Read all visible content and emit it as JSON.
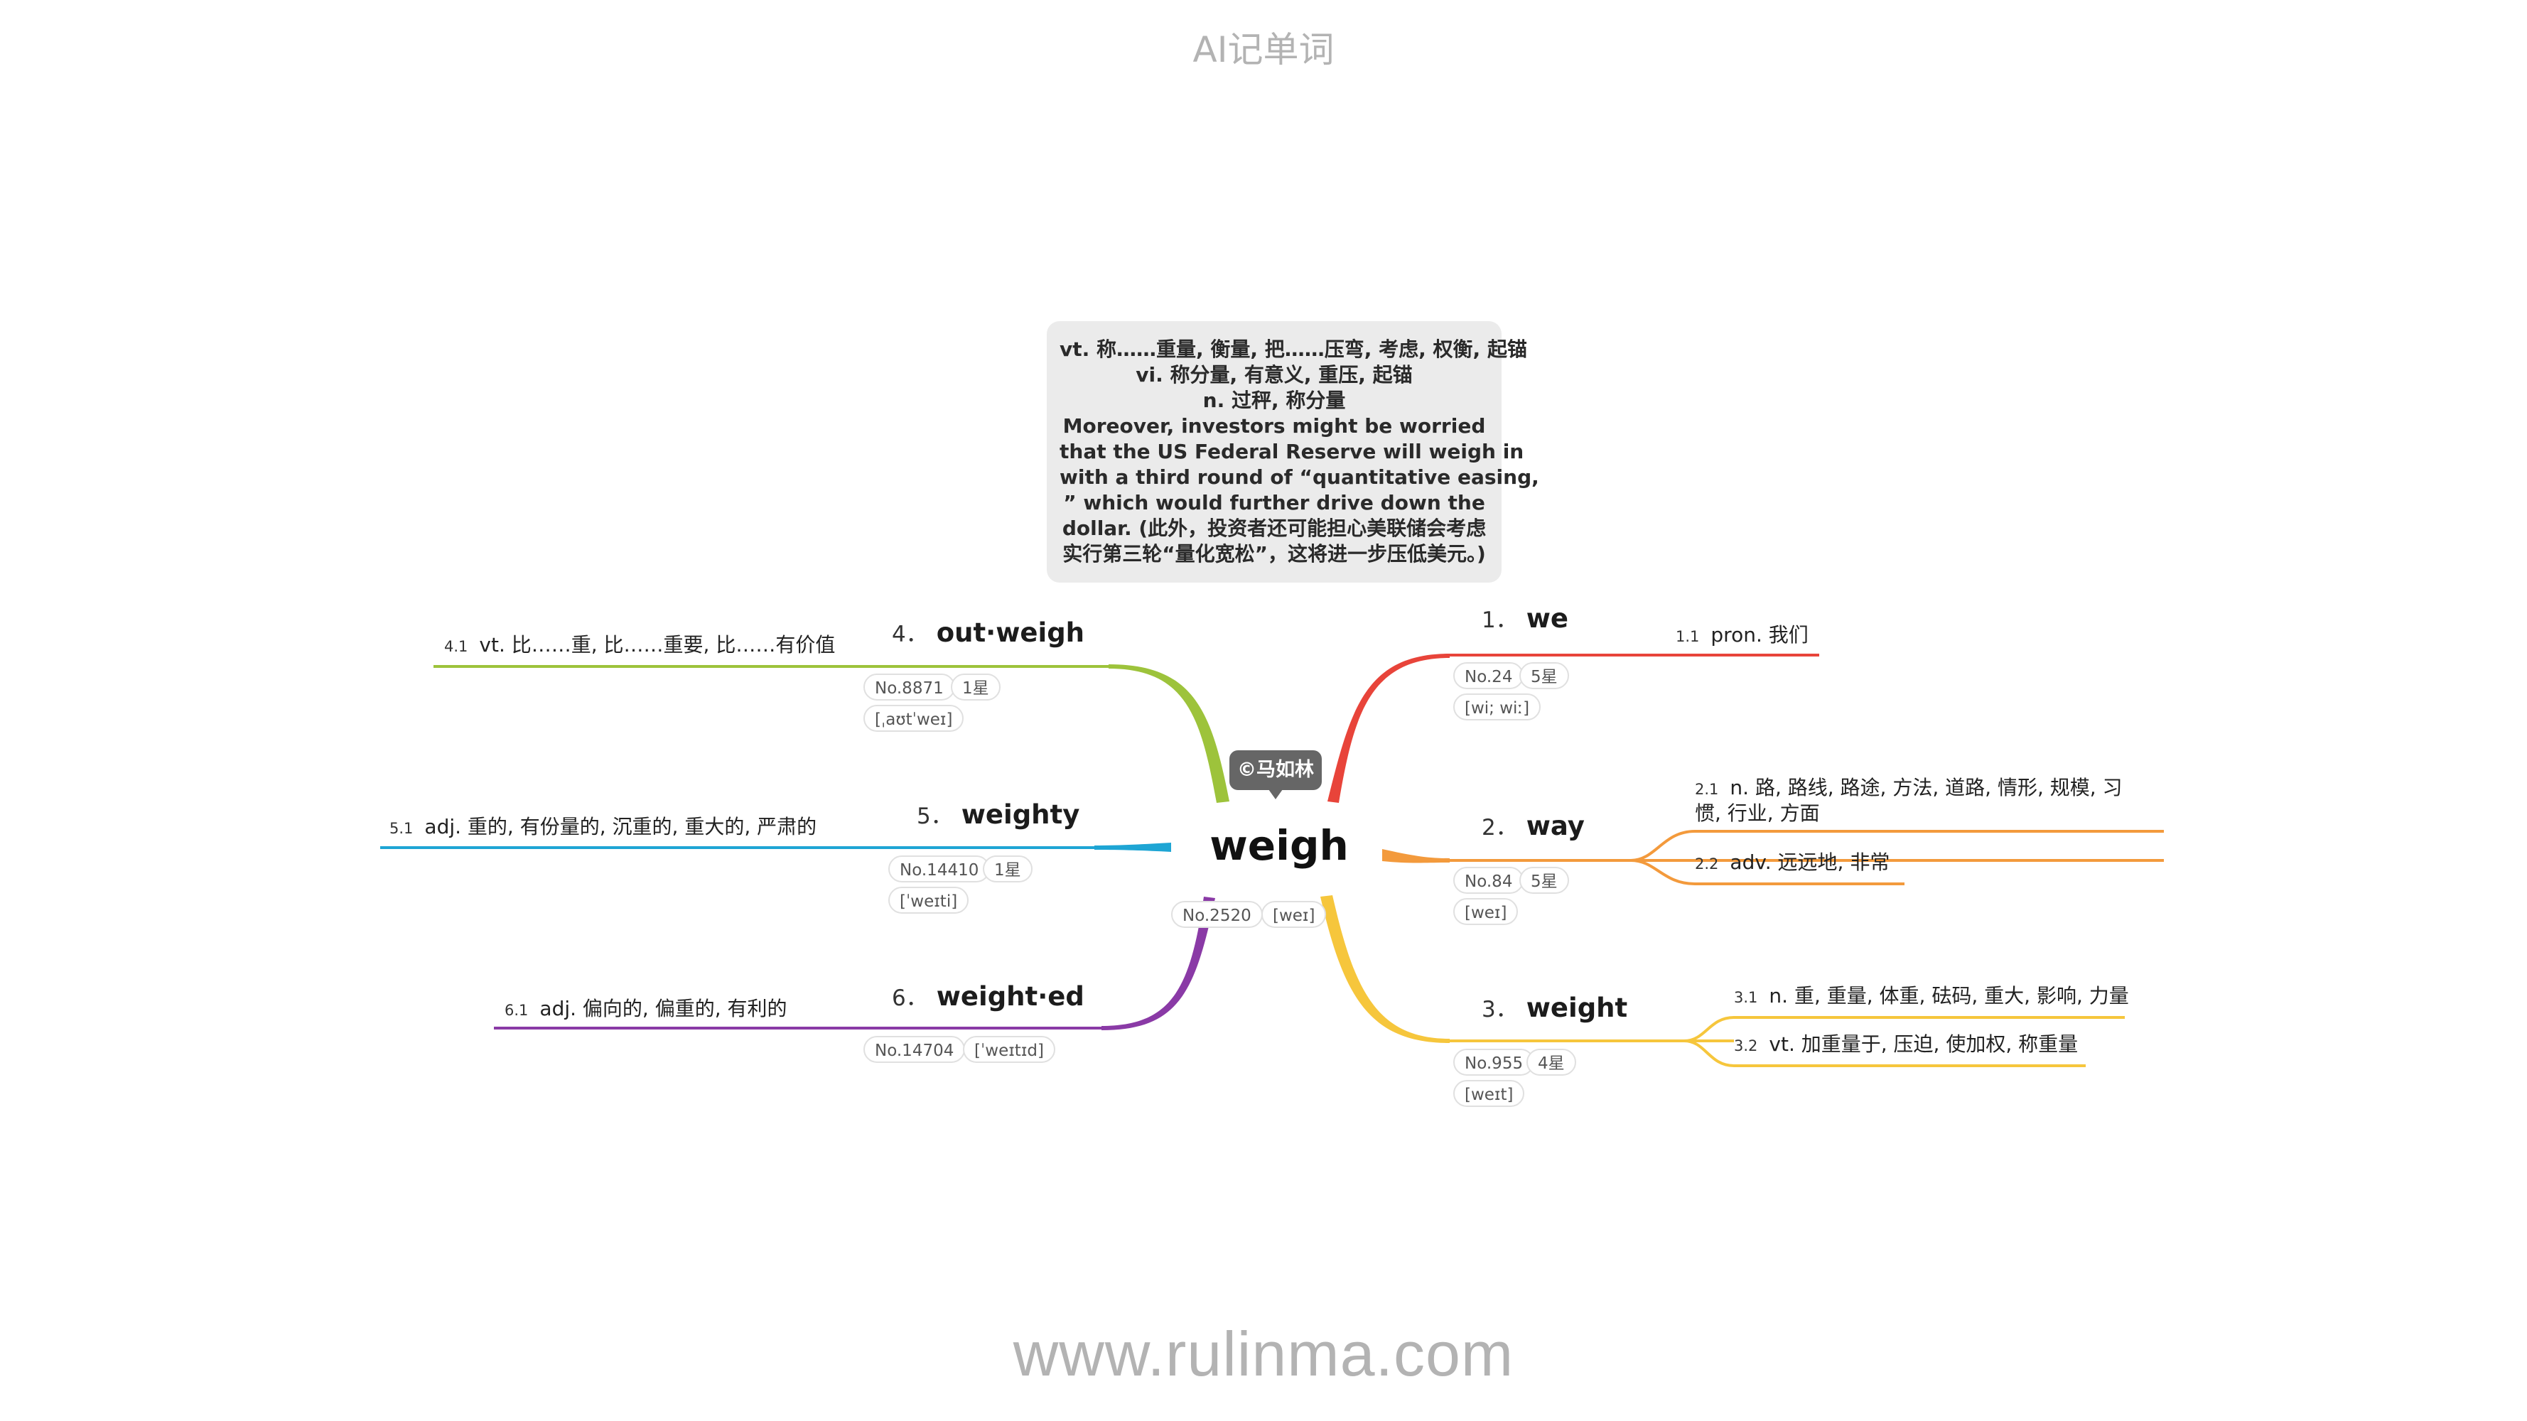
{
  "header": {
    "title": "AI记单词"
  },
  "footer": {
    "url": "www.rulinma.com"
  },
  "note": {
    "lines": [
      "vt. 称……重量, 衡量, 把……压弯, 考虑, 权衡, 起锚",
      "vi. 称分量, 有意义, 重压, 起锚",
      "n. 过秤, 称分量",
      "Moreover, investors might be worried",
      "that the US Federal Reserve will weigh in",
      "with a third round of “quantitative easing,",
      "” which would further drive down the",
      "dollar. (此外，投资者还可能担心美联储会考虑",
      "实行第三轮“量化宽松”，这将进一步压低美元。)"
    ]
  },
  "center": {
    "word": "weigh",
    "author": "©马如林",
    "rank": "No.2520",
    "phonetic": "[weɪ]"
  },
  "branches": [
    {
      "num": "1．",
      "word": "we",
      "color": "#e8443a",
      "rank": "No.24",
      "stars": "5星",
      "phonetic": "[wi; wiː]",
      "defs": [
        {
          "num": "1.1",
          "text": "pron. 我们"
        }
      ]
    },
    {
      "num": "2．",
      "word": "way",
      "color": "#f39a3c",
      "rank": "No.84",
      "stars": "5星",
      "phonetic": "[weɪ]",
      "defs": [
        {
          "num": "2.1",
          "text": "n. 路, 路线, 路途, 方法, 道路, 情形, 规模, 习惯, 行业, 方面"
        },
        {
          "num": "2.2",
          "text": "adv. 远远地, 非常"
        }
      ]
    },
    {
      "num": "3．",
      "word": "weight",
      "color": "#f6c63c",
      "rank": "No.955",
      "stars": "4星",
      "phonetic": "[weɪt]",
      "defs": [
        {
          "num": "3.1",
          "text": "n. 重, 重量, 体重, 砝码, 重大, 影响, 力量"
        },
        {
          "num": "3.2",
          "text": "vt. 加重量于, 压迫, 使加权, 称重量"
        }
      ]
    },
    {
      "num": "4．",
      "word": "out·weigh",
      "color": "#9dc33b",
      "rank": "No.8871",
      "stars": "1星",
      "phonetic": "[ˌaʊtˈweɪ]",
      "defs": [
        {
          "num": "4.1",
          "text": "vt. 比……重, 比……重要, 比……有价值"
        }
      ]
    },
    {
      "num": "5．",
      "word": "weighty",
      "color": "#1ea5d4",
      "rank": "No.14410",
      "stars": "1星",
      "phonetic": "[ˈweɪti]",
      "defs": [
        {
          "num": "5.1",
          "text": "adj. 重的, 有份量的, 沉重的, 重大的, 严肃的"
        }
      ]
    },
    {
      "num": "6．",
      "word": "weight·ed",
      "color": "#8a3aa6",
      "rank": "No.14704",
      "stars": "",
      "phonetic": "[ˈweɪtɪd]",
      "defs": [
        {
          "num": "6.1",
          "text": "adj. 偏向的, 偏重的, 有利的"
        }
      ]
    }
  ]
}
